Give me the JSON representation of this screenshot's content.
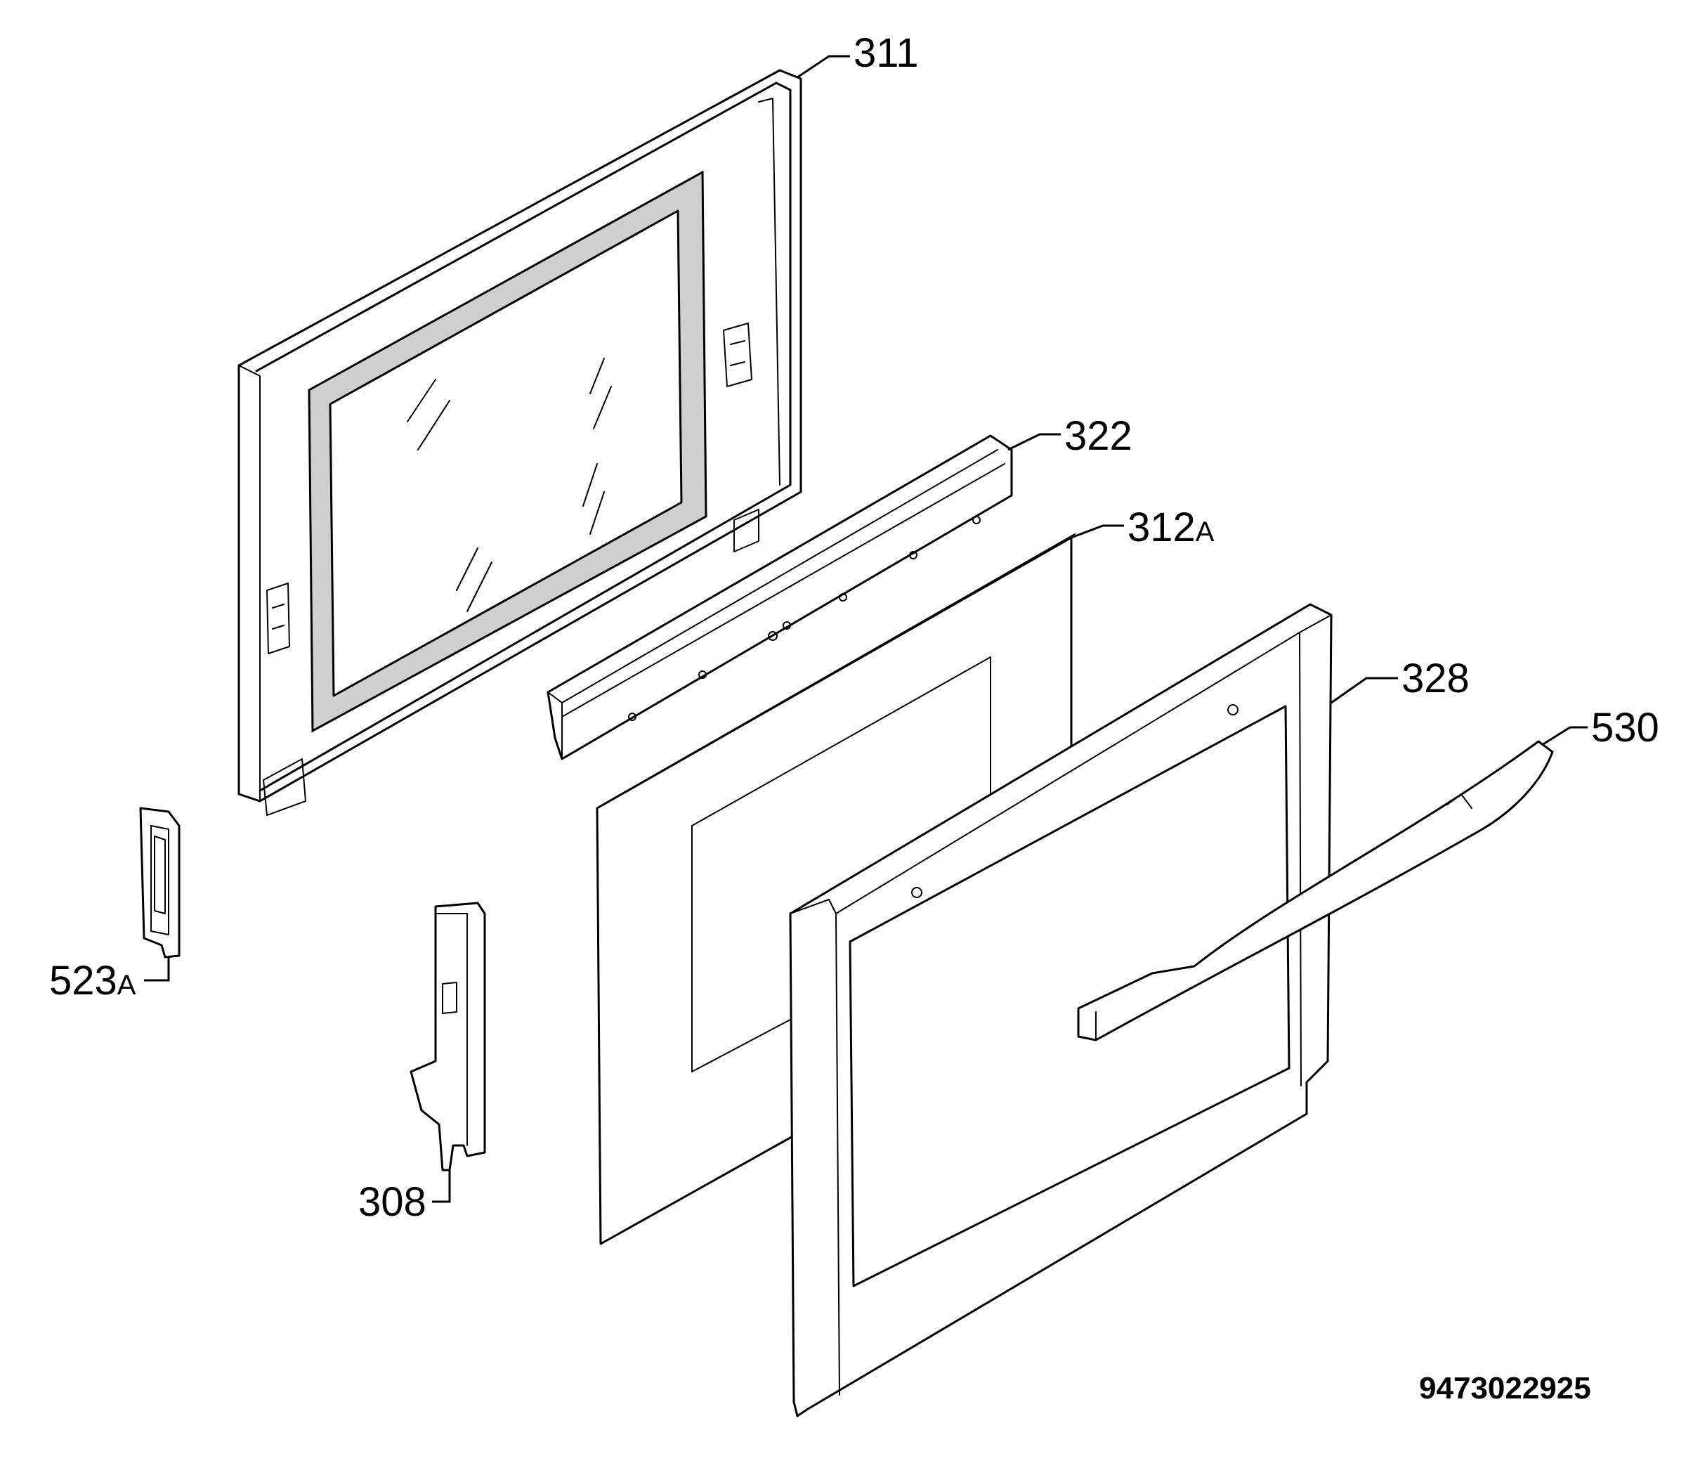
{
  "diagram": {
    "code": "9473022925",
    "callouts": [
      {
        "id": "311",
        "number": "311",
        "suffix": ""
      },
      {
        "id": "322",
        "number": "322",
        "suffix": ""
      },
      {
        "id": "312A",
        "number": "312",
        "suffix": "A"
      },
      {
        "id": "328",
        "number": "328",
        "suffix": ""
      },
      {
        "id": "530",
        "number": "530",
        "suffix": ""
      },
      {
        "id": "523A",
        "number": "523",
        "suffix": "A"
      },
      {
        "id": "308",
        "number": "308",
        "suffix": ""
      }
    ]
  }
}
